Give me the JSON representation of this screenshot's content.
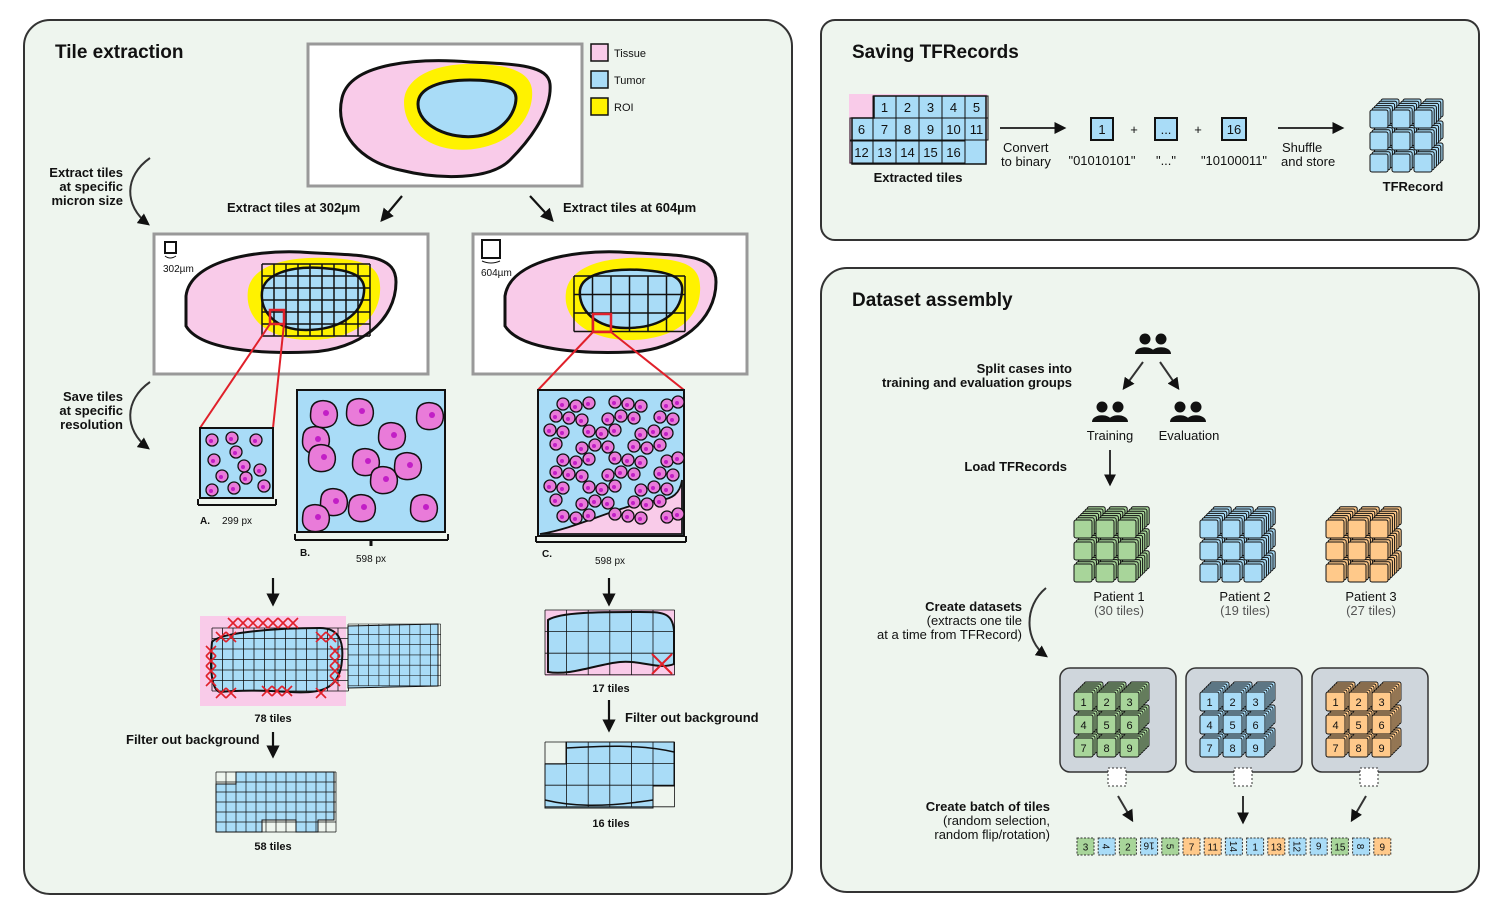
{
  "panels": {
    "tile_extraction": {
      "title": "Tile extraction",
      "legend": [
        {
          "label": "Tissue",
          "color": "#f9cbe9"
        },
        {
          "label": "Tumor",
          "color": "#a9dcf7"
        },
        {
          "label": "ROI",
          "color": "#fff200"
        }
      ],
      "step_extract": [
        "Extract tiles",
        "at specific",
        "micron size"
      ],
      "step_save": [
        "Save tiles",
        "at specific",
        "resolution"
      ],
      "extract_302": "Extract tiles at 302µm",
      "extract_604": "Extract tiles at 604µm",
      "scale_302": "302µm",
      "scale_604": "604µm",
      "tile_a_label": "A.",
      "tile_a_px": "299 px",
      "tile_b_label": "B.",
      "tile_b_px": "598 px",
      "tile_c_label": "C.",
      "tile_c_px": "598 px",
      "count_78": "78 tiles",
      "count_17": "17 tiles",
      "filter_left": "Filter out background",
      "filter_right": "Filter out background",
      "count_58": "58 tiles",
      "count_16": "16 tiles"
    },
    "saving_tfrecords": {
      "title": "Saving TFRecords",
      "grid_numbers": [
        "1",
        "2",
        "3",
        "4",
        "5",
        "6",
        "7",
        "8",
        "9",
        "10",
        "11",
        "12",
        "13",
        "14",
        "15",
        "16"
      ],
      "extracted_tiles": "Extracted tiles",
      "convert": [
        "Convert",
        "to binary"
      ],
      "tokens": [
        {
          "box": "1",
          "binary": "\"01010101\""
        },
        {
          "box": "...",
          "binary": "\"...\""
        },
        {
          "box": "16",
          "binary": "\"10100011\""
        }
      ],
      "plus": "+",
      "shuffle": [
        "Shuffle",
        "and store"
      ],
      "tfrecord": "TFRecord"
    },
    "dataset_assembly": {
      "title": "Dataset assembly",
      "split": [
        "Split cases into",
        "training and evaluation groups"
      ],
      "training": "Training",
      "evaluation": "Evaluation",
      "load": "Load TFRecords",
      "patients": [
        {
          "name": "Patient 1",
          "tiles": "(30 tiles)",
          "color": "#a8d59a"
        },
        {
          "name": "Patient 2",
          "tiles": "(19 tiles)",
          "color": "#a9dcf7"
        },
        {
          "name": "Patient 3",
          "tiles": "(27 tiles)",
          "color": "#ffc98a"
        }
      ],
      "create_datasets": [
        "Create datasets",
        "(extracts one tile",
        "at a time from TFRecord)"
      ],
      "dataset_numbers": [
        "1",
        "2",
        "3",
        "4",
        "5",
        "6",
        "7",
        "8",
        "9"
      ],
      "create_batch": [
        "Create batch of tiles",
        "(random selection,",
        "random flip/rotation)"
      ],
      "batch": [
        {
          "n": "3",
          "p": 0
        },
        {
          "n": "4",
          "p": 1
        },
        {
          "n": "2",
          "p": 0
        },
        {
          "n": "16",
          "p": 1
        },
        {
          "n": "5",
          "p": 0
        },
        {
          "n": "7",
          "p": 2
        },
        {
          "n": "11",
          "p": 2
        },
        {
          "n": "14",
          "p": 1
        },
        {
          "n": "1",
          "p": 1
        },
        {
          "n": "13",
          "p": 2
        },
        {
          "n": "12",
          "p": 1
        },
        {
          "n": "6",
          "p": 1
        },
        {
          "n": "15",
          "p": 0
        },
        {
          "n": "8",
          "p": 1
        },
        {
          "n": "9",
          "p": 2
        }
      ]
    }
  },
  "colors": {
    "panel_bg": "#eef5ee",
    "tissue": "#f9cbe9",
    "tumor": "#a9dcf7",
    "roi": "#fff200",
    "cell": "#e97bd9",
    "nucleus": "#c21ec6",
    "red": "#e0202a",
    "frame_gray": "#9a9a9a"
  }
}
